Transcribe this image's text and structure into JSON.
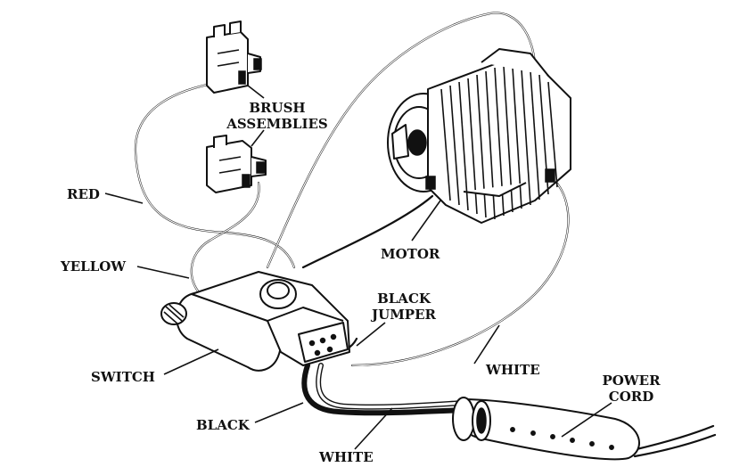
{
  "labels": {
    "brush_assemblies_line1": "BRUSH",
    "brush_assemblies_line2": "ASSEMBLIES",
    "red": "RED",
    "yellow": "YELLOW",
    "motor": "MOTOR",
    "black_jumper_line1": "BLACK",
    "black_jumper_line2": "JUMPER",
    "switch": "SWITCH",
    "white_right": "WHITE",
    "power_cord_line1": "POWER",
    "power_cord_line2": "CORD",
    "black": "BLACK",
    "white_bottom": "WHITE"
  },
  "colors": {
    "ink": "#111111",
    "background": "#ffffff"
  }
}
